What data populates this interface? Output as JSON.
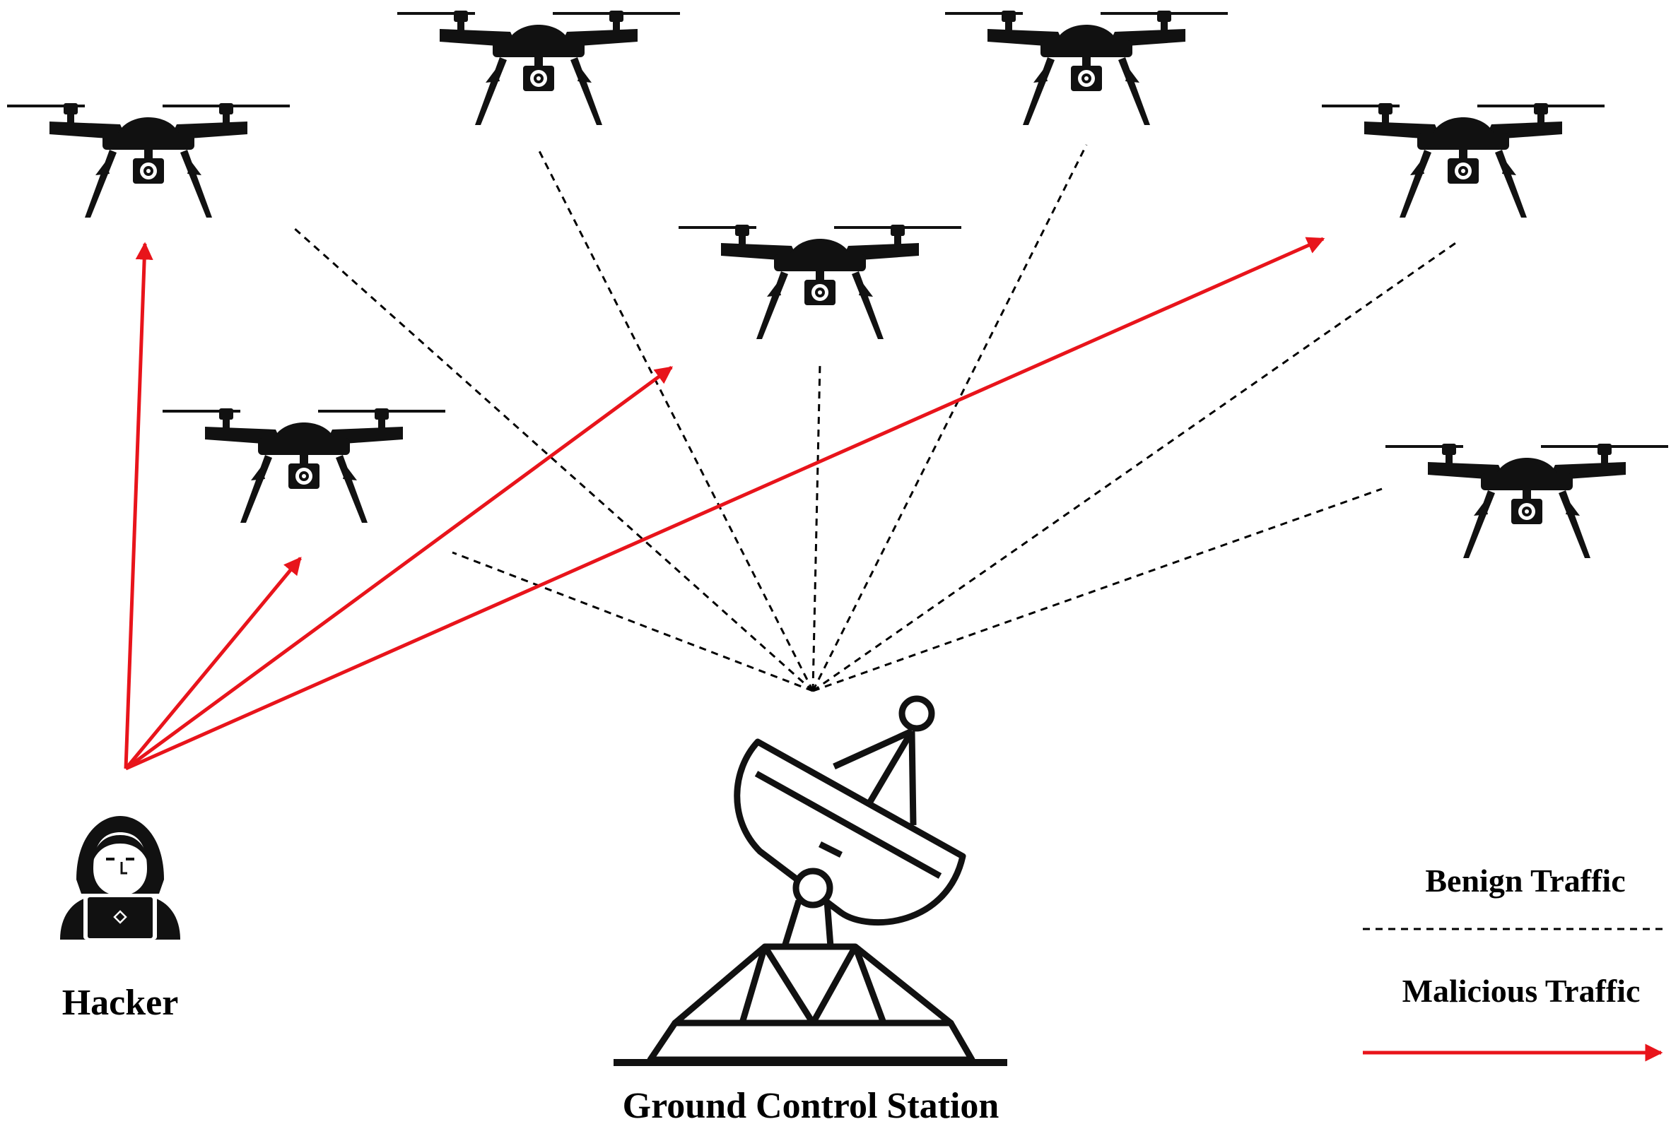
{
  "labels": {
    "hacker": "Hacker",
    "ground_station": "Ground Control Station",
    "legend_benign": "Benign Traffic",
    "legend_malicious": "Malicious Traffic"
  },
  "colors": {
    "benign": "#000000",
    "malicious": "#e8141b",
    "icon": "#111111",
    "background": "#ffffff"
  },
  "icons": {
    "drone": "drone-icon",
    "hacker": "hooded-hacker-laptop-icon",
    "station": "satellite-dish-icon"
  },
  "drones": [
    {
      "name": "drone-1"
    },
    {
      "name": "drone-2"
    },
    {
      "name": "drone-3"
    },
    {
      "name": "drone-4"
    },
    {
      "name": "drone-5"
    },
    {
      "name": "drone-6"
    },
    {
      "name": "drone-7"
    }
  ],
  "benign_links": 7,
  "malicious_links": 4
}
